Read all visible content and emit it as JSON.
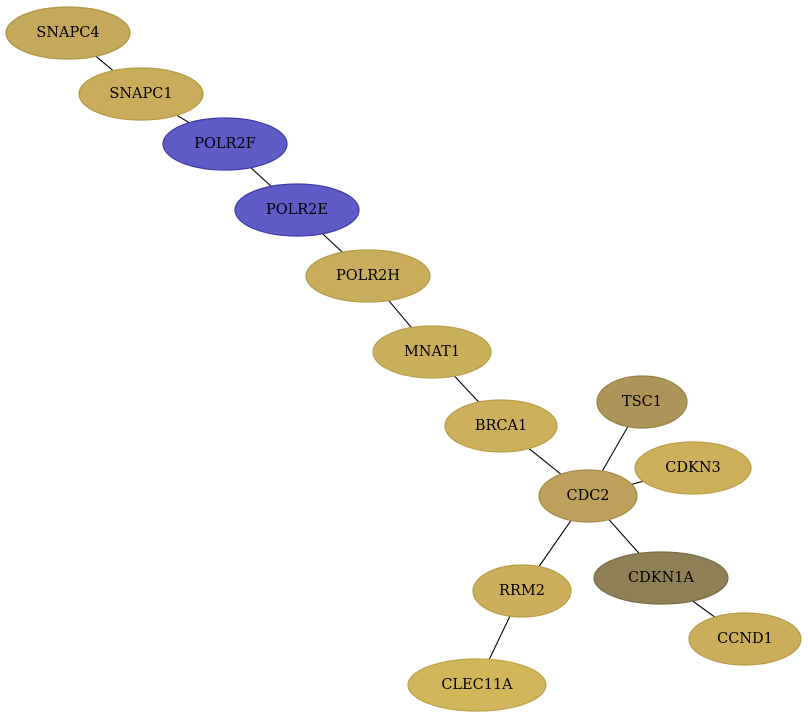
{
  "nodes": [
    {
      "id": "SNAPC4",
      "label": "SNAPC4",
      "color": "#c4a85c",
      "stroke": "#b09442"
    },
    {
      "id": "SNAPC1",
      "label": "SNAPC1",
      "color": "#c9ad5c",
      "stroke": "#b59a45"
    },
    {
      "id": "POLR2F",
      "label": "POLR2F",
      "color": "#5f5bc7",
      "stroke": "#3e3aa8"
    },
    {
      "id": "POLR2E",
      "label": "POLR2E",
      "color": "#5f5bc7",
      "stroke": "#3e3aa8"
    },
    {
      "id": "POLR2H",
      "label": "POLR2H",
      "color": "#c9ad5c",
      "stroke": "#b59a45"
    },
    {
      "id": "MNAT1",
      "label": "MNAT1",
      "color": "#cbb05c",
      "stroke": "#b79c45"
    },
    {
      "id": "BRCA1",
      "label": "BRCA1",
      "color": "#cdb05c",
      "stroke": "#b99c45"
    },
    {
      "id": "TSC1",
      "label": "TSC1",
      "color": "#ad9458",
      "stroke": "#968043"
    },
    {
      "id": "CDKN3",
      "label": "CDKN3",
      "color": "#cdb05c",
      "stroke": "#b99c45"
    },
    {
      "id": "CDC2",
      "label": "CDC2",
      "color": "#bca05c",
      "stroke": "#a68b45"
    },
    {
      "id": "RRM2",
      "label": "RRM2",
      "color": "#cbaf5c",
      "stroke": "#b79b45"
    },
    {
      "id": "CDKN1A",
      "label": "CDKN1A",
      "color": "#8e7f56",
      "stroke": "#786a42"
    },
    {
      "id": "CCND1",
      "label": "CCND1",
      "color": "#cbae5c",
      "stroke": "#b79a45"
    },
    {
      "id": "CLEC11A",
      "label": "CLEC11A",
      "color": "#d2b65c",
      "stroke": "#bea245"
    }
  ],
  "edges": [
    [
      "SNAPC4",
      "SNAPC1"
    ],
    [
      "SNAPC1",
      "POLR2F"
    ],
    [
      "POLR2F",
      "POLR2E"
    ],
    [
      "POLR2E",
      "POLR2H"
    ],
    [
      "POLR2H",
      "MNAT1"
    ],
    [
      "MNAT1",
      "BRCA1"
    ],
    [
      "BRCA1",
      "CDC2"
    ],
    [
      "TSC1",
      "CDC2"
    ],
    [
      "CDKN3",
      "CDC2"
    ],
    [
      "CDC2",
      "RRM2"
    ],
    [
      "CDC2",
      "CDKN1A"
    ],
    [
      "CDKN1A",
      "CCND1"
    ],
    [
      "RRM2",
      "CLEC11A"
    ]
  ]
}
